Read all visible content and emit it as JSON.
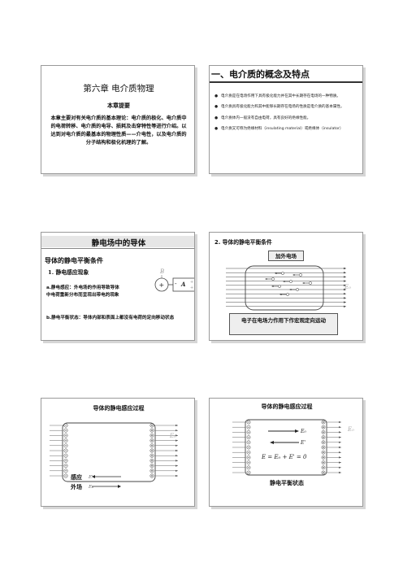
{
  "slide1": {
    "title": "第六章  电介质物理",
    "subtitle": "本章提要",
    "body": "本章主要对有关电介质的基本理论：电介质的极化、电介质中的电荷转移、电介质的电导、损耗及击穿特性等进行介绍。以达到对电介质的最基本的物理性质——介电性，以及电介质的分子结构和极化机理的了解。"
  },
  "slide2": {
    "title": "一、电介质的概念及特点",
    "bullets": [
      "电介质是在电场作用下具有极化能力并在其中长期存在电场的一种物质。",
      "电介质具有极化能力和其中能够长期存在电场的性质是电介质的基本属性。",
      "电介质体内一般没有自由电荷，具有良好的绝缘性能。",
      "电介质又可称为绝缘材料（insulating material）或绝缘体（insulator）"
    ]
  },
  "slide3": {
    "title": "静电场中的导体",
    "heading": "导体的静电平衡条件",
    "subheading": "1. 静电感应现象",
    "item_a": "a.静电感应：外电场的作用导致导体中电荷重新分布而呈现出带电的现象",
    "item_b": "b.静电平衡状态：导体内部和表面上都没有电荷的定向移动状态",
    "diagram": {
      "b_label": "B",
      "a_label": "A",
      "plus": "+",
      "minus": "-"
    }
  },
  "slide4": {
    "title": "2. 导体的静电平衡条件",
    "box_top": "加外电场",
    "box_bottom": "电子在电场力作用下作宏观定向运动",
    "field_label": "E₀"
  },
  "slide5": {
    "title": "导体的静电感应过程",
    "label_induced": "感应",
    "label_external": "外场",
    "field_label": "E₀",
    "induced_symbol": "E'",
    "external_symbol": "E₀"
  },
  "slide6": {
    "title": "导体的静电感应过程",
    "state": "静电平衡状态",
    "e0_label": "E₀",
    "eprime_label": "E'",
    "equation": "E = E₀ + E' = 0",
    "field_label": "E₀"
  }
}
